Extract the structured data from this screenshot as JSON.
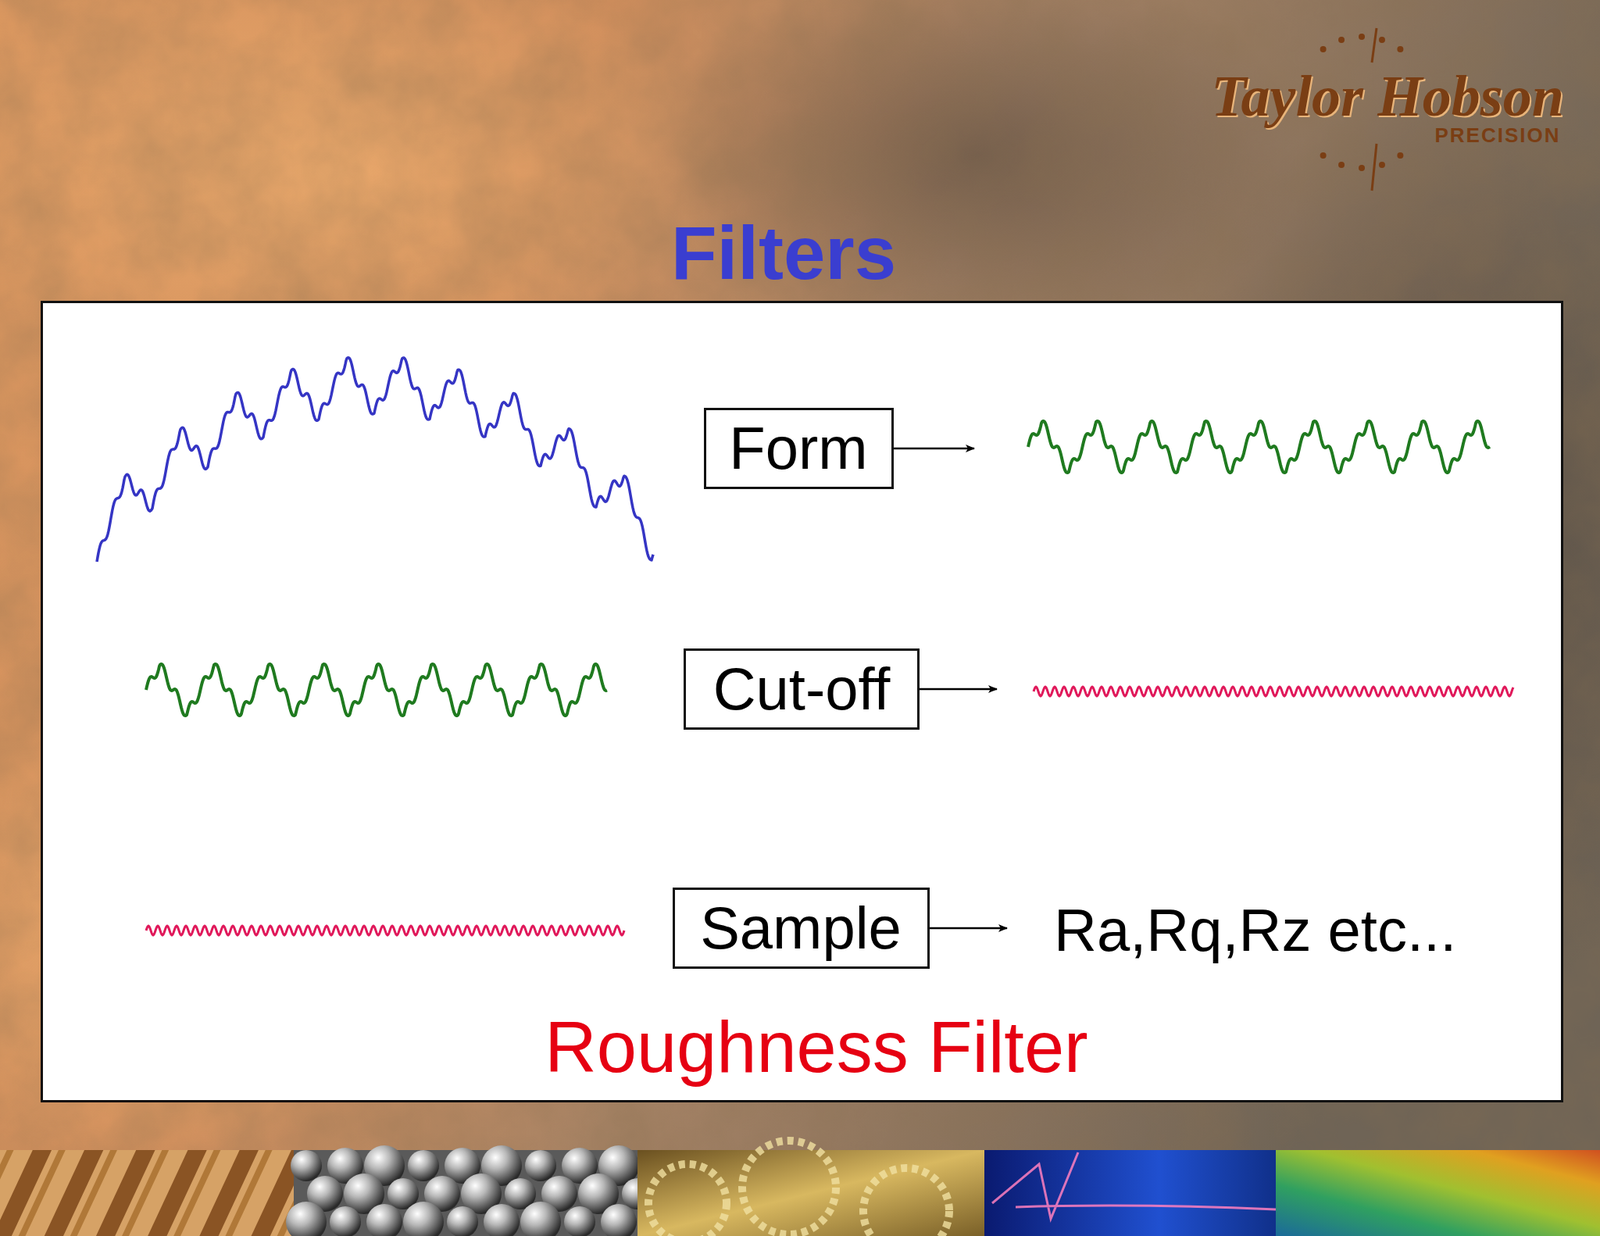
{
  "diagram": {
    "title": "Filters",
    "nodes": [
      {
        "text": [
          "Form"
        ]
      },
      {
        "text": [
          "Cut-off"
        ]
      },
      {
        "text": [
          "Sample"
        ]
      }
    ],
    "labels": [
      "Taylor Hobson",
      "PRECISION",
      "Ra,Rq,Rz etc...",
      "Roughness Filter"
    ]
  }
}
